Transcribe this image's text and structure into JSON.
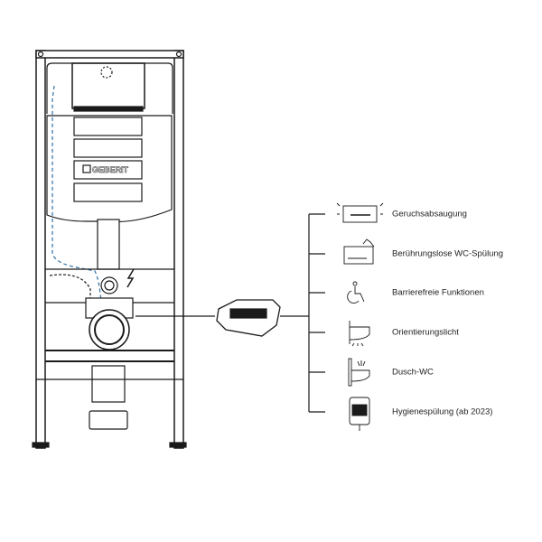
{
  "diagram": {
    "brand_logo": "GEBERIT",
    "features": [
      {
        "label": "Geruchsabsaugung",
        "icon": "odour-extraction-icon"
      },
      {
        "label": "Berührungslose WC-Spülung",
        "icon": "touchless-flush-icon"
      },
      {
        "label": "Barrierefreie Funktionen",
        "icon": "wheelchair-icon"
      },
      {
        "label": "Orientierungslicht",
        "icon": "orientation-light-icon"
      },
      {
        "label": "Dusch-WC",
        "icon": "shower-toilet-icon"
      },
      {
        "label": "Hygienespülung (ab 2023)",
        "icon": "hygiene-flush-icon"
      }
    ],
    "colors": {
      "line": "#1a1a1a",
      "water_line": "#2a6fa8"
    }
  }
}
